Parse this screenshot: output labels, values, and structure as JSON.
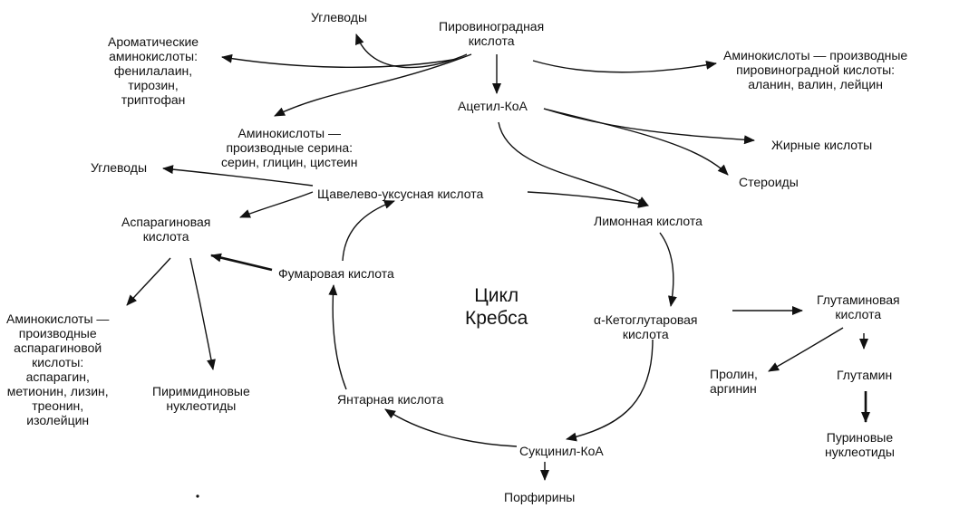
{
  "nodes": {
    "pyruvate": [
      "Пировиноградная",
      "кислота"
    ],
    "carbs_top": [
      "Углеводы"
    ],
    "aromatic": [
      "Ароматические",
      "аминокислоты:",
      "фенилалаин,",
      "тирозин,",
      "триптофан"
    ],
    "aa_pyruvate": [
      "Аминокислоты — производные",
      "пировиноградной кислоты:",
      "аланин, валин, лейцин"
    ],
    "acetyl": [
      "Ацетил-КоА"
    ],
    "aa_serine": [
      "Аминокислоты —",
      "производные серина:",
      "серин, глицин, цистеин"
    ],
    "fatty": [
      "Жирные кислоты"
    ],
    "steroids": [
      "Стероиды"
    ],
    "carbs_left": [
      "Углеводы"
    ],
    "oxaloacetate": [
      "Щавелево-уксусная кислота"
    ],
    "citric": [
      "Лимонная кислота"
    ],
    "aspartic": [
      "Аспарагиновая",
      "кислота"
    ],
    "fumaric": [
      "Фумаровая кислота"
    ],
    "cycle": [
      "Цикл",
      "Кребса"
    ],
    "aa_aspartate": [
      "Аминокислоты —",
      "производные",
      "аспарагиновой",
      "кислоты:",
      "аспарагин,",
      "метионин, лизин,",
      "треонин,",
      "изолейцин"
    ],
    "pyrimidine": [
      "Пиримидиновые",
      "нуклеотиды"
    ],
    "ketoglutarate": [
      "α-Кетоглутаровая",
      "кислота"
    ],
    "glutamic": [
      "Глутаминовая",
      "кислота"
    ],
    "proline": [
      "Пролин,",
      "аргинин"
    ],
    "glutamine": [
      "Глутамин"
    ],
    "purine": [
      "Пуриновые",
      "нуклеотиды"
    ],
    "succinic": [
      "Янтарная кислота"
    ],
    "succinyl": [
      "Сукцинил-КоА"
    ],
    "porphyrins": [
      "Порфирины"
    ]
  }
}
